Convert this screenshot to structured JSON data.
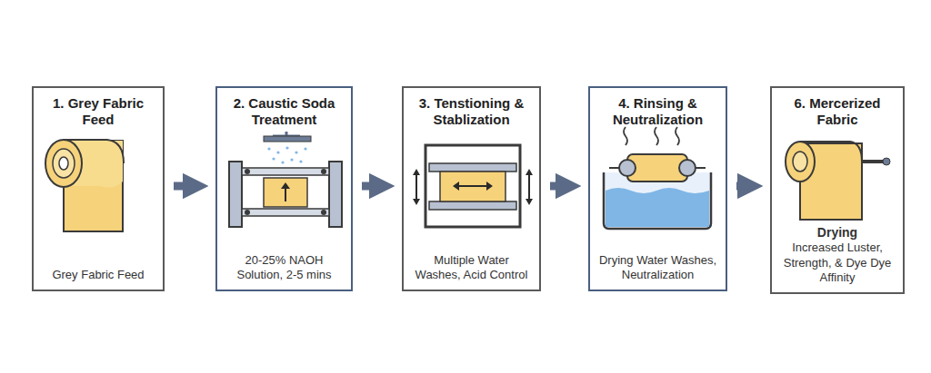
{
  "diagram": {
    "nodes": [
      {
        "text": [
          "1. Grey Fabric Feed",
          "Grey Fabric Feed"
        ]
      },
      {
        "text": [
          "2. Caustic Soda Treatment",
          "20-25% NAOH Solution, 2-5 mins"
        ]
      },
      {
        "text": [
          "3. Tenstioning & Stablization",
          "Multiple Water Washes, Acid Control"
        ]
      },
      {
        "text": [
          "4. Rinsing & Neutralization",
          "Drying Water Washes, Neutralization"
        ]
      },
      {
        "text": [
          "6. Mercerized Fabric",
          "Drying",
          "Increased Luster, Strength, & Dye Dye Affinity"
        ]
      }
    ],
    "edges": [
      {
        "from": 0,
        "to": 1,
        "arrow": "to"
      },
      {
        "from": 1,
        "to": 2,
        "arrow": "to"
      },
      {
        "from": 2,
        "to": 3,
        "arrow": "to"
      },
      {
        "from": 3,
        "to": 4,
        "arrow": "to"
      }
    ]
  }
}
